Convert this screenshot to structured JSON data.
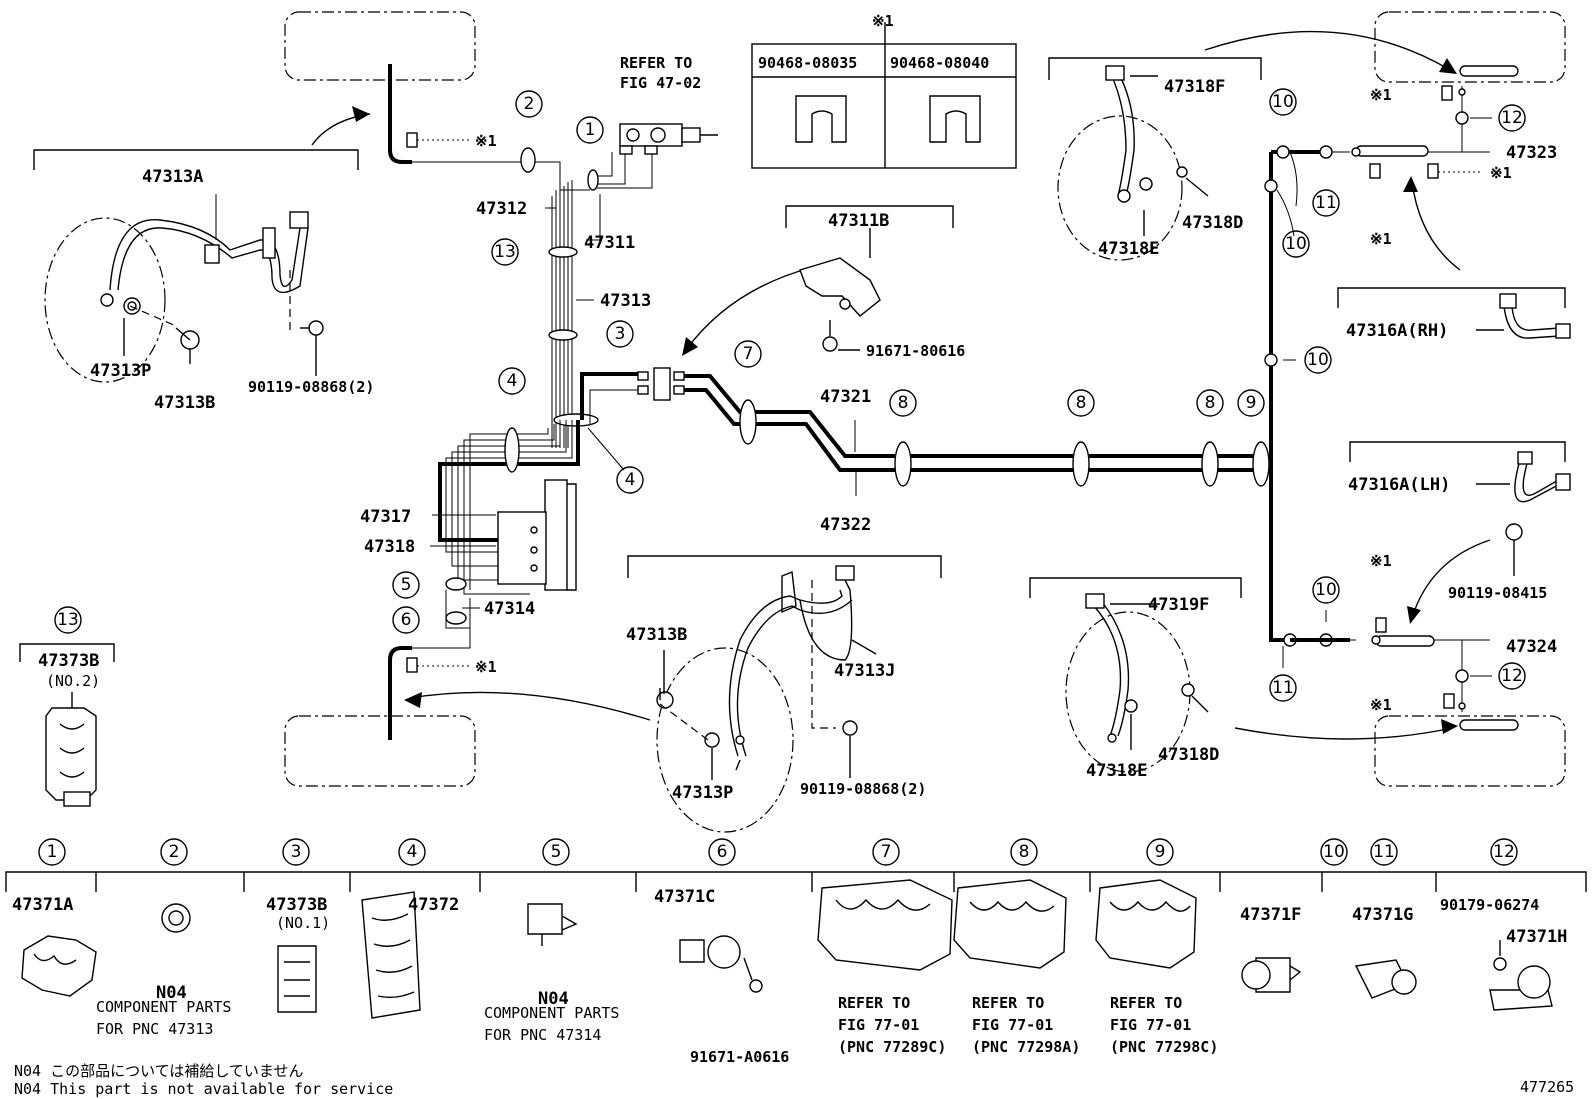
{
  "labels": {
    "p47313A": "47313A",
    "p47313P_a": "47313P",
    "p47313B_a": "47313B",
    "p90119_08868_a": "90119-08868(2)",
    "p47312": "47312",
    "p47311": "47311",
    "p47313": "47313",
    "p47317": "47317",
    "p47318": "47318",
    "p47314": "47314",
    "refer_fig_1": "REFER TO",
    "refer_fig_2": "FIG 47-02",
    "p47311B": "47311B",
    "p91671_80616": "91671-80616",
    "p47321": "47321",
    "p47322": "47322",
    "p47313B_b": "47313B",
    "p47313J": "47313J",
    "p47313P_b": "47313P",
    "p90119_08868_b": "90119-08868(2)",
    "p47318F": "47318F",
    "p47318D_a": "47318D",
    "p47318E_a": "47318E",
    "p47323": "47323",
    "p47316A_RH": "47316A(RH)",
    "p47316A_LH": "47316A(LH)",
    "p90119_08415": "90119-08415",
    "p47324": "47324",
    "p47319F": "47319F",
    "p47318D_b": "47318D",
    "p47318E_b": "47318E",
    "p47373B_no2": "47373B",
    "no2": "(NO.2)",
    "ref_mark": "※1",
    "clip_a": "90468-08035",
    "clip_b": "90468-08040",
    "legend_header_mark": "※1"
  },
  "legend": [
    {
      "num": "1",
      "part": "47371A",
      "sub": ""
    },
    {
      "num": "2",
      "part": "",
      "sub": "N04",
      "lines": [
        "COMPONENT PARTS",
        "FOR PNC 47313"
      ]
    },
    {
      "num": "3",
      "part": "47373B",
      "sub": "(NO.1)"
    },
    {
      "num": "4",
      "part": "47372",
      "sub": ""
    },
    {
      "num": "5",
      "part": "",
      "sub": "N04",
      "lines": [
        "COMPONENT PARTS",
        "FOR PNC 47314"
      ]
    },
    {
      "num": "6",
      "part": "47371C",
      "sub": "91671-A0616"
    },
    {
      "num": "7",
      "part": "",
      "lines": [
        "REFER TO",
        "FIG 77-01",
        "(PNC 77289C)"
      ]
    },
    {
      "num": "8",
      "part": "",
      "lines": [
        "REFER TO",
        "FIG 77-01",
        "(PNC 77298A)"
      ]
    },
    {
      "num": "9",
      "part": "",
      "lines": [
        "REFER TO",
        "FIG 77-01",
        "(PNC 77298C)"
      ]
    },
    {
      "num": "10",
      "part": "47371F",
      "sub": ""
    },
    {
      "num": "11",
      "part": "47371G",
      "sub": ""
    },
    {
      "num": "12",
      "part": "47371H",
      "sub": "90179-06274"
    }
  ],
  "footer": {
    "note_jp": "N04 この部品については補給していません",
    "note_en": "N04 This part is not available for service",
    "figure_id": "477265"
  }
}
